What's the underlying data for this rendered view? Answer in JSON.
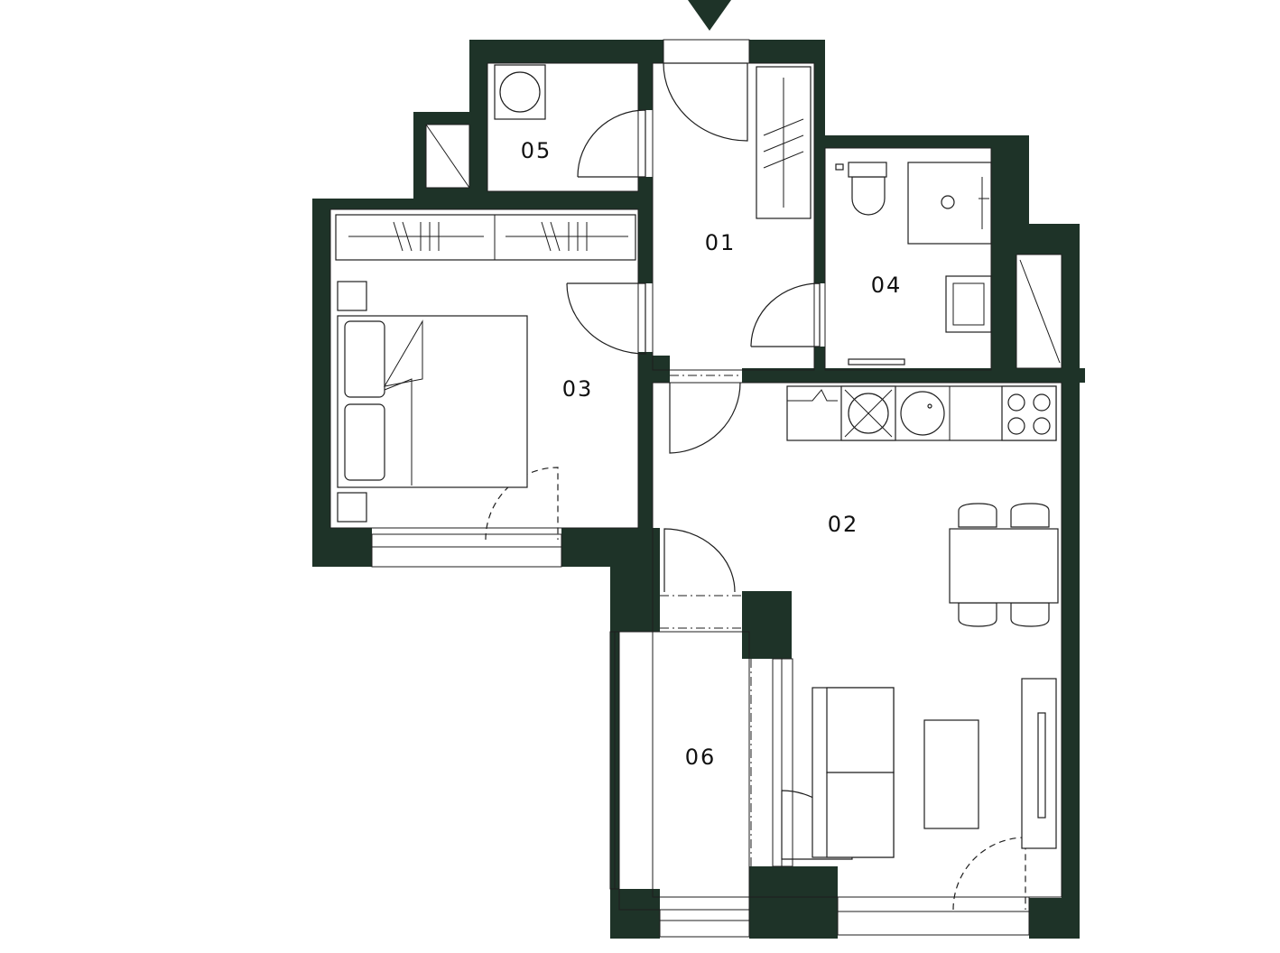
{
  "colors": {
    "wall": "#1e3328",
    "ink": "#1e1e1e",
    "background": "#ffffff"
  },
  "icons": {
    "entrance": "entrance-arrow-icon"
  },
  "rooms": [
    {
      "id": "01",
      "label": "01"
    },
    {
      "id": "02",
      "label": "02"
    },
    {
      "id": "03",
      "label": "03"
    },
    {
      "id": "04",
      "label": "04"
    },
    {
      "id": "05",
      "label": "05"
    },
    {
      "id": "06",
      "label": "06"
    }
  ]
}
